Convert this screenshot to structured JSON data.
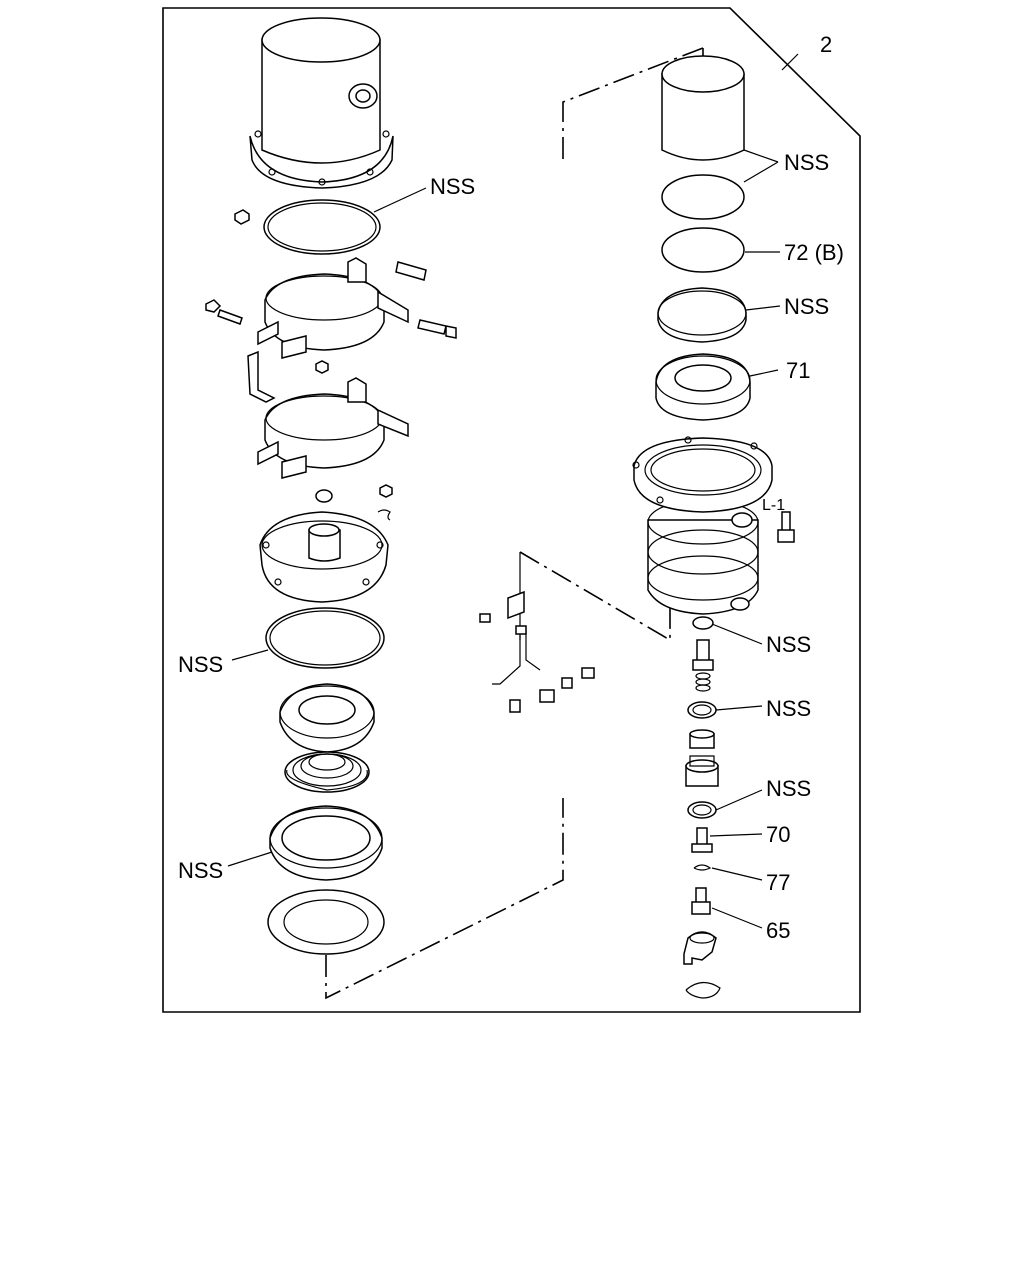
{
  "diagram": {
    "ref_main": "2",
    "labels": {
      "nss_top_left": "NSS",
      "nss_top_right": "NSS",
      "part_72b": "72 (B)",
      "nss_right_2": "NSS",
      "part_71": "71",
      "part_l1": "L-1",
      "nss_mid_right": "NSS",
      "nss_left_mid": "NSS",
      "nss_right_3": "NSS",
      "nss_right_4": "NSS",
      "part_70": "70",
      "part_77": "77",
      "part_65": "65",
      "nss_left_bottom": "NSS"
    }
  }
}
